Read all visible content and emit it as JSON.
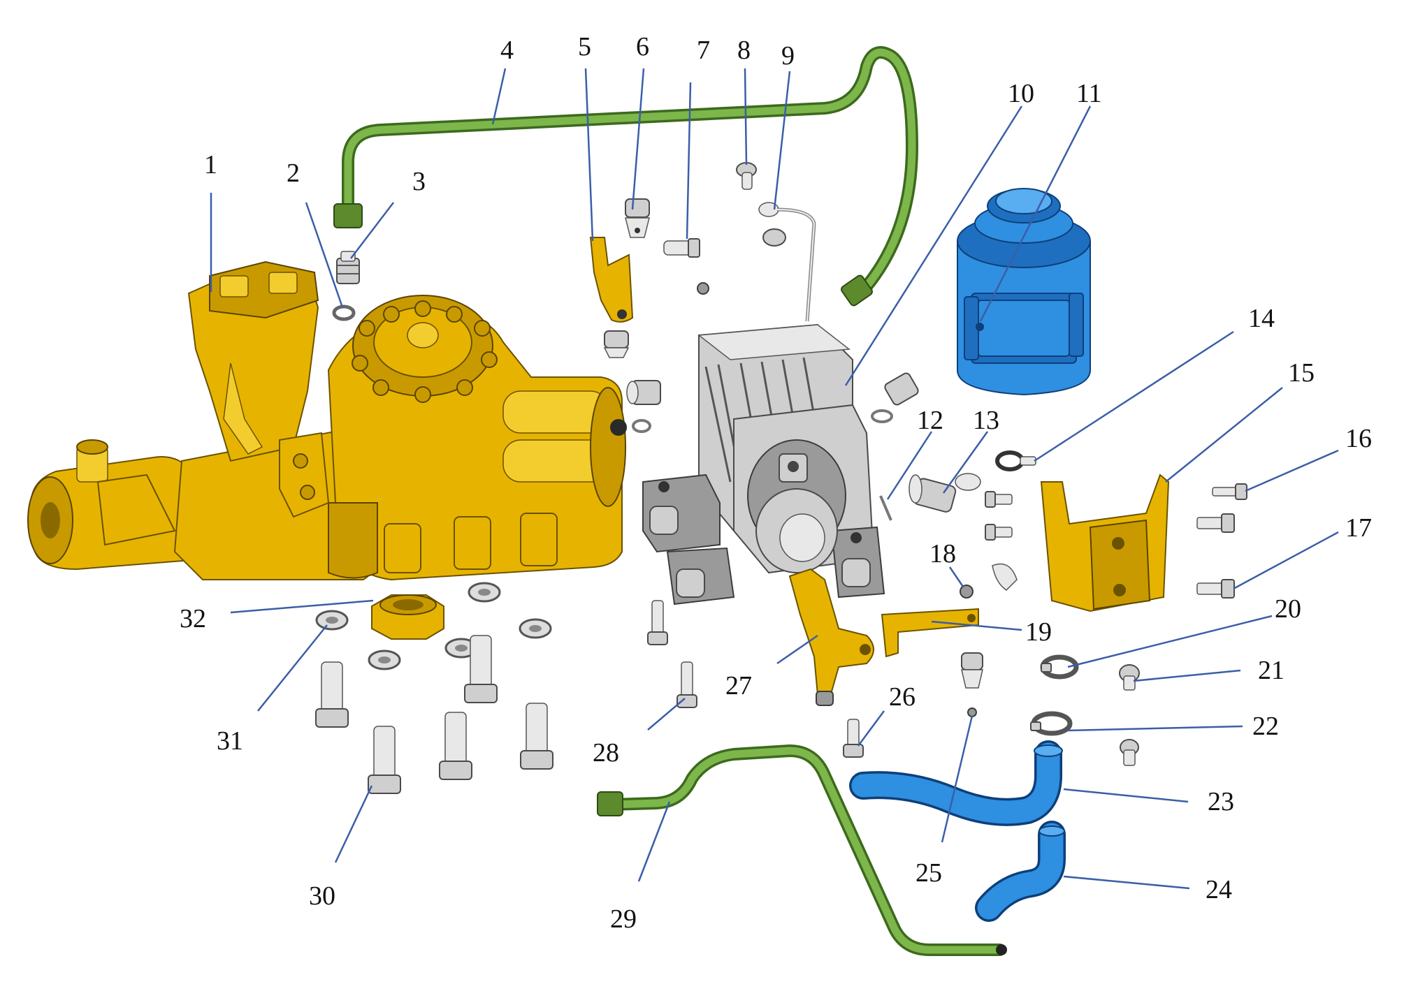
{
  "callouts": [
    {
      "id": "1",
      "text": "1"
    },
    {
      "id": "2",
      "text": "2"
    },
    {
      "id": "3",
      "text": "3"
    },
    {
      "id": "4",
      "text": "4"
    },
    {
      "id": "5",
      "text": "5"
    },
    {
      "id": "6",
      "text": "6"
    },
    {
      "id": "7",
      "text": "7"
    },
    {
      "id": "8",
      "text": "8"
    },
    {
      "id": "9",
      "text": "9"
    },
    {
      "id": "10",
      "text": "10"
    },
    {
      "id": "11",
      "text": "11"
    },
    {
      "id": "12",
      "text": "12"
    },
    {
      "id": "13",
      "text": "13"
    },
    {
      "id": "14",
      "text": "14"
    },
    {
      "id": "15",
      "text": "15"
    },
    {
      "id": "16",
      "text": "16"
    },
    {
      "id": "17",
      "text": "17"
    },
    {
      "id": "18",
      "text": "18"
    },
    {
      "id": "19",
      "text": "19"
    },
    {
      "id": "20",
      "text": "20"
    },
    {
      "id": "21",
      "text": "21"
    },
    {
      "id": "22",
      "text": "22"
    },
    {
      "id": "23",
      "text": "23"
    },
    {
      "id": "24",
      "text": "24"
    },
    {
      "id": "25",
      "text": "25"
    },
    {
      "id": "26",
      "text": "26"
    },
    {
      "id": "27",
      "text": "27"
    },
    {
      "id": "28",
      "text": "28"
    },
    {
      "id": "29",
      "text": "29"
    },
    {
      "id": "30",
      "text": "30"
    },
    {
      "id": "31",
      "text": "31"
    },
    {
      "id": "32",
      "text": "32"
    }
  ],
  "colors": {
    "steering_gear": "#e6b400",
    "pump_motor": "#cfcfcf",
    "reservoir_and_hoses": "#2f8fe0",
    "pipes": "#7db64a",
    "leader_lines": "#3b5ea8"
  }
}
